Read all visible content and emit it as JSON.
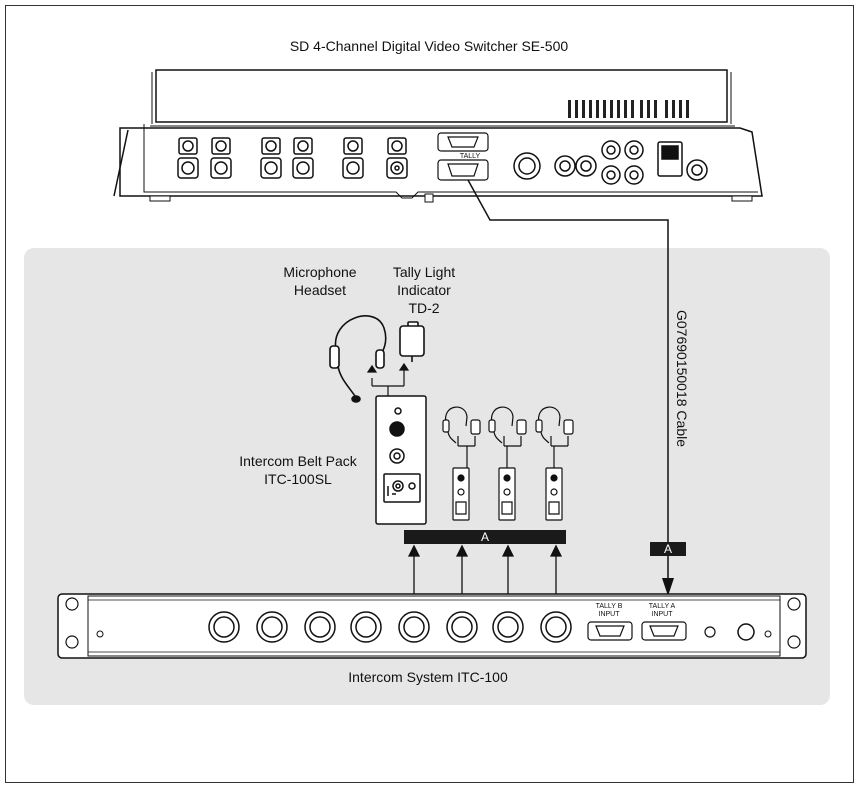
{
  "switcher": {
    "title": "SD 4-Channel Digital Video Switcher   SE-500",
    "tally_port_label": "TALLY"
  },
  "cable": {
    "label": "G07690150018 Cable",
    "marker": "A"
  },
  "headset": {
    "label_line1": "Microphone",
    "label_line2": "Headset"
  },
  "tally_light": {
    "label_line1": "Tally Light",
    "label_line2": "Indicator",
    "label_line3": "TD-2"
  },
  "belt_pack": {
    "label_line1": "Intercom Belt Pack",
    "label_line2": "ITC-100SL"
  },
  "bus": {
    "marker": "A"
  },
  "intercom": {
    "title": "Intercom System   ITC-100",
    "tally_b_line1": "TALLY B",
    "tally_b_line2": "INPUT",
    "tally_a_line1": "TALLY A",
    "tally_a_line2": "INPUT"
  },
  "colors": {
    "panel_bg": "#e6e6e6",
    "bar": "#1a1a1a",
    "line": "#111111"
  }
}
